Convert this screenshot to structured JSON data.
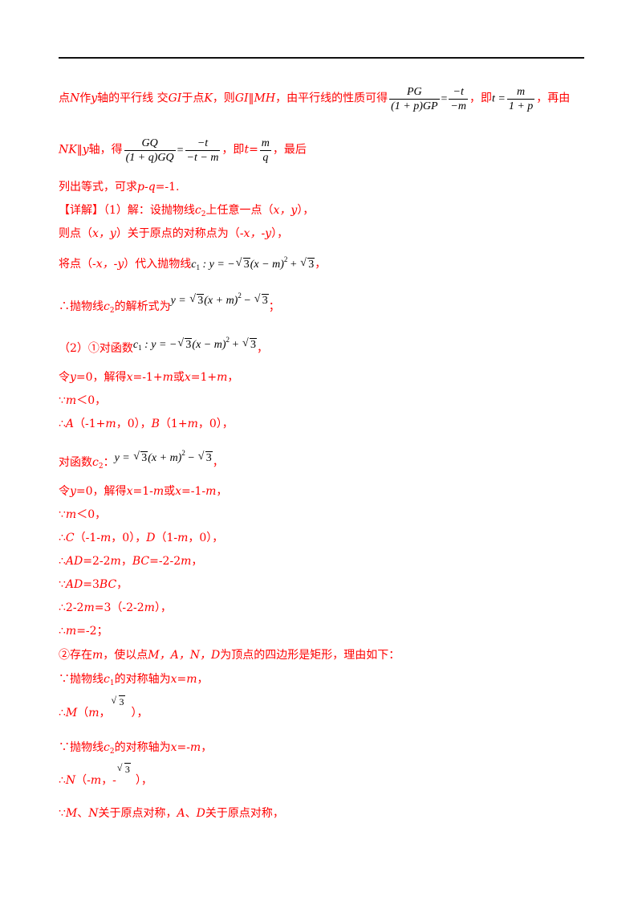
{
  "lines": {
    "l1_a": "点",
    "l1_N": "N",
    "l1_b": "作",
    "l1_y": "y",
    "l1_c": "轴的平行线 交",
    "l1_GI": "GI",
    "l1_d": "于点",
    "l1_K": "K",
    "l1_e": "，则",
    "l1_GIMH": "GI‖MH",
    "l1_f": "，由平行线的性质可得",
    "l1_frac1_num": "PG",
    "l1_frac1_den": "(1 + p)GP",
    "l1_eq": "=",
    "l1_frac2_num": "−t",
    "l1_frac2_den": "−m",
    "l1_g": "，即",
    "l1_t": "t =",
    "l1_frac3_num": "m",
    "l1_frac3_den": "1 + p",
    "l1_h": "，再由",
    "l2_NK": "NK‖y",
    "l2_a": "轴，得",
    "l2_frac1_num": "GQ",
    "l2_frac1_den": "(1 + q)GQ",
    "l2_eq": "=",
    "l2_frac2_num": "−t",
    "l2_frac2_den": "−t − m",
    "l2_b": "，即",
    "l2_t": "t=",
    "l2_frac3_num": "m",
    "l2_frac3_den": "q",
    "l2_c": "，最后",
    "l3_a": "列出等式，可求",
    "l3_pq": "p-q",
    "l3_b": "=-1.",
    "l4_a": "【详解】（1）解：设抛物线",
    "l4_c": "c",
    "l4_sub": "2",
    "l4_b": "上任意一点（",
    "l4_xy": "x，y",
    "l4_end": "），",
    "l5_a": "则点（",
    "l5_xy": "x，y",
    "l5_b": "）关于原点的对称点为（",
    "l5_mxy": "-x，-y",
    "l5_end": "），",
    "l6_a": "将点（",
    "l6_mxy": "-x，-y",
    "l6_b": "）代入抛物线",
    "l6_formula_pre": "c",
    "l6_formula_sub": "1",
    "l6_formula_mid": " : y = −",
    "l6_sqrt": "3",
    "l6_formula_post": "(x − m)",
    "l6_sup": "2",
    "l6_plus": " + ",
    "l6_sqrt2": "3",
    "l6_end": "，",
    "l7_a": "∴抛物线",
    "l7_c": "c",
    "l7_sub": "2",
    "l7_b": "的解析式为",
    "l7_f1": "y = ",
    "l7_sqrt": "3",
    "l7_f2": "(x + m)",
    "l7_sup": "2",
    "l7_f3": " − ",
    "l7_sqrt2": "3",
    "l7_end": "；",
    "l8_a": "（2）①对函数",
    "l8_formula_pre": "c",
    "l8_formula_sub": "1",
    "l8_formula_mid": " : y = −",
    "l8_sqrt": "3",
    "l8_formula_post": "(x − m)",
    "l8_sup": "2",
    "l8_plus": " + ",
    "l8_sqrt2": "3",
    "l8_end": "，",
    "l9_a": "令",
    "l9_y0": "y",
    "l9_b": "=0，解得",
    "l9_x1": "x",
    "l9_c": "=-1+",
    "l9_m1": "m",
    "l9_d": "或",
    "l9_x2": "x",
    "l9_e": "=1+",
    "l9_m2": "m",
    "l9_end": "，",
    "l10_a": "∵",
    "l10_m": "m",
    "l10_b": "＜0，",
    "l11_a": "∴",
    "l11_A": "A",
    "l11_b": "（-1+",
    "l11_m1": "m",
    "l11_c": "，0），",
    "l11_B": "B",
    "l11_d": "（1+",
    "l11_m2": "m",
    "l11_e": "，0），",
    "l12_a": "对函数",
    "l12_c": "c",
    "l12_sub": "2",
    "l12_b": "：",
    "l12_f1": "y = ",
    "l12_sqrt": "3",
    "l12_f2": "(x + m)",
    "l12_sup": "2",
    "l12_f3": " − ",
    "l12_sqrt2": "3",
    "l12_end": "，",
    "l13_a": "令",
    "l13_y": "y",
    "l13_b": "=0，解得",
    "l13_x1": "x",
    "l13_c": "=1-",
    "l13_m1": "m",
    "l13_d": "或",
    "l13_x2": "x",
    "l13_e": "=-1-",
    "l13_m2": "m",
    "l13_end": "，",
    "l14_a": "∵",
    "l14_m": "m",
    "l14_b": "＜0，",
    "l15_a": "∴",
    "l15_C": "C",
    "l15_b": "（-1-",
    "l15_m1": "m",
    "l15_c": "，0），",
    "l15_D": "D",
    "l15_d": "（1-",
    "l15_m2": "m",
    "l15_e": "，0），",
    "l16_a": "∴",
    "l16_AD": "AD",
    "l16_b": "=2-2",
    "l16_m1": "m",
    "l16_c": "，",
    "l16_BC": "BC",
    "l16_d": "=-2-2",
    "l16_m2": "m",
    "l16_e": "，",
    "l17_a": "∵",
    "l17_AD": "AD",
    "l17_b": "=3",
    "l17_BC": "BC",
    "l17_c": "，",
    "l18_a": "∴2-2",
    "l18_m1": "m",
    "l18_b": "=3（-2-2",
    "l18_m2": "m",
    "l18_c": "），",
    "l19_a": "∴",
    "l19_m": "m",
    "l19_b": "=-2；",
    "l20_a": "②存在",
    "l20_m": "m",
    "l20_b": "，使以点",
    "l20_MAND": "M，A，N，D",
    "l20_c": "为顶点的四边形是矩形，理由如下：",
    "l21_a": "∵抛物线",
    "l21_c": "c",
    "l21_sub": "1",
    "l21_b": "的对称轴为",
    "l21_xm": "x=m",
    "l21_end": "，",
    "l22_a": "∴",
    "l22_M": "M",
    "l22_b": "（",
    "l22_m": "m",
    "l22_c": "，",
    "l22_sqrt": "3",
    "l22_d": "），",
    "l23_a": "∵抛物线",
    "l23_c": "c",
    "l23_sub": "2",
    "l23_b": "的对称轴为",
    "l23_xm": "x=-m",
    "l23_end": "，",
    "l24_a": "∴",
    "l24_N": "N",
    "l24_b": "（-",
    "l24_m": "m",
    "l24_c": "，-",
    "l24_sqrt": "3",
    "l24_d": "），",
    "l25_a": "∵",
    "l25_M": "M",
    "l25_b": "、",
    "l25_N": "N",
    "l25_c": "关于原点对称，",
    "l25_A": "A",
    "l25_d": "、",
    "l25_D": "D",
    "l25_e": "关于原点对称，"
  }
}
